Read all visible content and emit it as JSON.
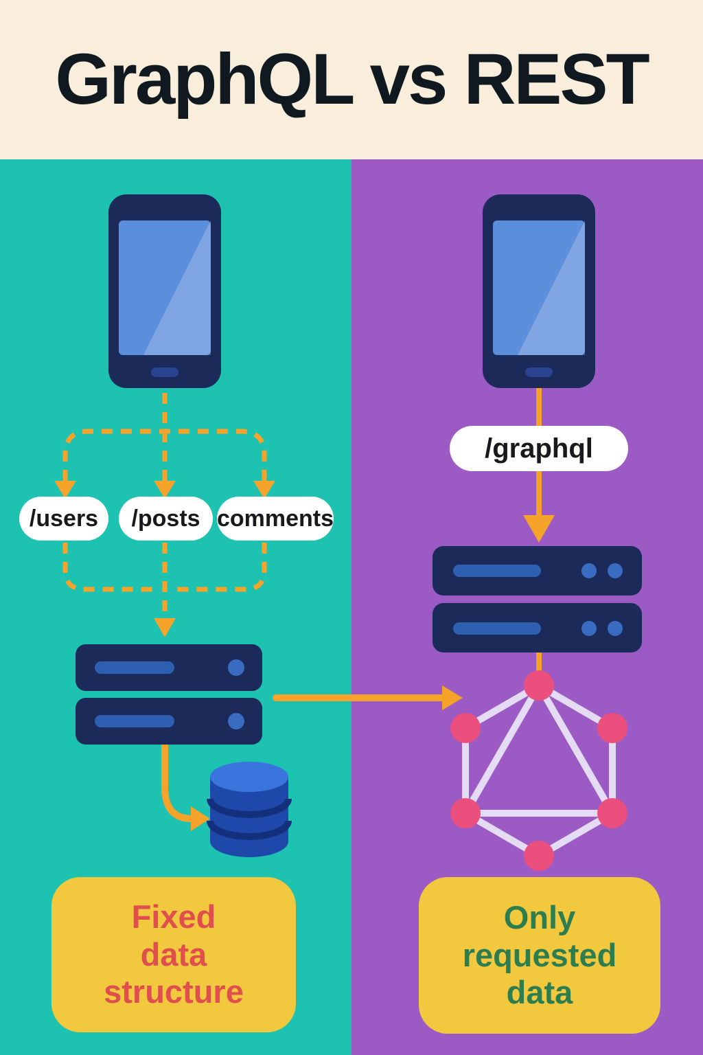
{
  "title": "GraphQL vs REST",
  "rest_panel": {
    "endpoints": [
      "/users",
      "/posts",
      "comments"
    ],
    "caption_lines": [
      "Fixed",
      "data",
      "structure"
    ]
  },
  "graphql_panel": {
    "endpoint": "/graphql",
    "caption_lines": [
      "Only",
      "requested",
      "data"
    ]
  },
  "icons": {
    "rest_client": "smartphone-icon",
    "graphql_client": "smartphone-icon",
    "rest_backend": "server-icon",
    "graphql_backend": "server-icon",
    "storage": "database-icon",
    "graphql_logo": "graphql-logo-icon"
  },
  "colors": {
    "cream": "#f8eedb",
    "teal": "#1dc2b0",
    "purple": "#9c5bc4",
    "orange": "#f5a32b",
    "navy": "#1b2a58",
    "screen-blue": "#5b8edb",
    "slot-blue": "#2f5fb0",
    "dot-blue": "#3a6cc2",
    "pill-bg": "#ffffff",
    "ink": "#17191c",
    "yellow": "#f2c83e",
    "red": "#e14e4e",
    "green": "#2e7d4e",
    "pink": "#ea4f7e",
    "logo-line": "#e4dcf4",
    "db-top": "#3a74dd",
    "db-body": "#1e49ab",
    "db-band": "#14307d",
    "title-ink": "#101820"
  }
}
